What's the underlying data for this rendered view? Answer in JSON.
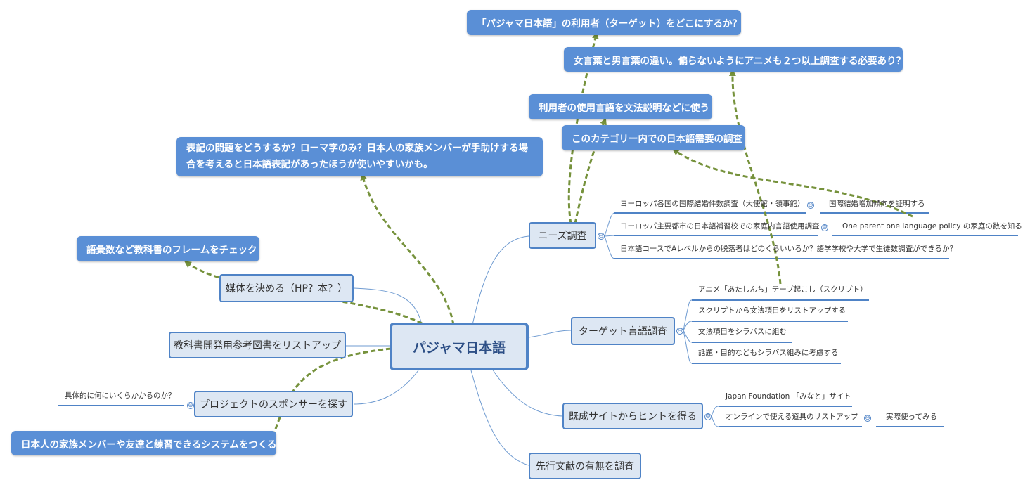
{
  "central": {
    "label": "パジャマ日本語"
  },
  "branches": {
    "needs": "ニーズ調査",
    "target_lang": "ターゲット言語調査",
    "existing": "既成サイトからヒントを得る",
    "prior": "先行文献の有無を調査",
    "media": "媒体を決める（HP？本？）",
    "refs": "教科書開発用参考図書をリストアップ",
    "sponsor": "プロジェクトのスポンサーを探す"
  },
  "leaves": {
    "needs_1": "ヨーロッパ各国の国際結婚件数調査（大使館・領事館）",
    "needs_1a": "国際結婚増加傾向を証明する",
    "needs_2": "ヨーロッパ主要都市の日本語補習校での家庭内言語使用調査",
    "needs_2a": "One parent one language policy の家庭の数を知る",
    "needs_3": "日本語コースでAレベルからの脱落者はどのくらいいるか？語学学校や大学で生徒数調査ができるか？",
    "tl_1": "アニメ「あたしんち」テープ起こし（スクリプト）",
    "tl_2": "スクリプトから文法項目をリストアップする",
    "tl_3": "文法項目をシラバスに組む",
    "tl_4": "話題・目的などもシラバス組みに考慮する",
    "ex_1": "Japan Foundation 「みなと」サイト",
    "ex_2": "オンラインで使える道具のリストアップ",
    "ex_2a": "実際使ってみる",
    "sp_1": "具体的に何にいくらかかるのか？"
  },
  "callouts": {
    "c1": "「パジャマ日本語」の利用者（ターゲット）をどこにするか？",
    "c2": "女言葉と男言葉の違い。偏らないようにアニメも２つ以上調査する必要あり？",
    "c3": "利用者の使用言語を文法説明などに使う",
    "c4": "このカテゴリー内での日本語需要の調査",
    "c5": "表記の問題をどうするか？ローマ字のみ？日本人の家族メンバーが手助けする場合を考えると日本語表記があったほうが使いやすいかも。",
    "c6": "語彙数など教科書のフレームをチェック",
    "c7": "日本人の家族メンバーや友達と練習できるシステムをつくる"
  },
  "colors": {
    "node_border": "#4f83c6",
    "node_fill": "#dde7f3",
    "callout": "#5a8fd6",
    "relation": "#76923c"
  },
  "toggle_symbol": "⊖"
}
